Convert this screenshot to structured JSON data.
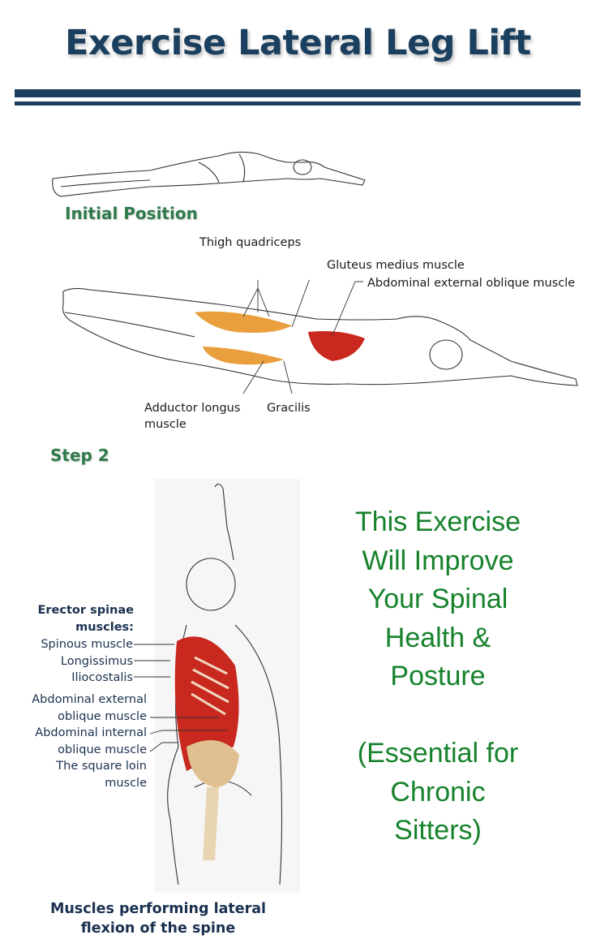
{
  "title": "Exercise Lateral Leg Lift",
  "colors": {
    "navy": "#1b3f5e",
    "green_heading": "#2f7a4a",
    "green_message": "#16822c",
    "muscle_red": "#c8281e",
    "muscle_orange": "#e8952a"
  },
  "initial_position": {
    "label": "Initial Position"
  },
  "step2": {
    "label": "Step 2",
    "muscle_labels": {
      "thigh_quadriceps": "Thigh quadriceps",
      "gluteus_medius": "Gluteus medius muscle",
      "abdominal_external_oblique": "Abdominal external oblique muscle",
      "adductor_longus_line1": "Adductor longus",
      "adductor_longus_line2": "muscle",
      "gracilis": "Gracilis"
    }
  },
  "spine_figure": {
    "heading_line1": "Erector spinae",
    "heading_line2": "muscles:",
    "labels": [
      "Spinous muscle",
      "Longissimus",
      "Iliocostalis",
      "Abdominal external",
      "oblique muscle",
      "Abdominal internal",
      "oblique muscle",
      "The square loin",
      "muscle"
    ],
    "caption_line1": "Muscles performing lateral",
    "caption_line2": "flexion of the spine"
  },
  "message": {
    "lines": [
      "This Exercise",
      "Will Improve",
      "Your Spinal",
      "Health &",
      "Posture",
      "",
      "(Essential for",
      "Chronic",
      "Sitters)"
    ]
  }
}
